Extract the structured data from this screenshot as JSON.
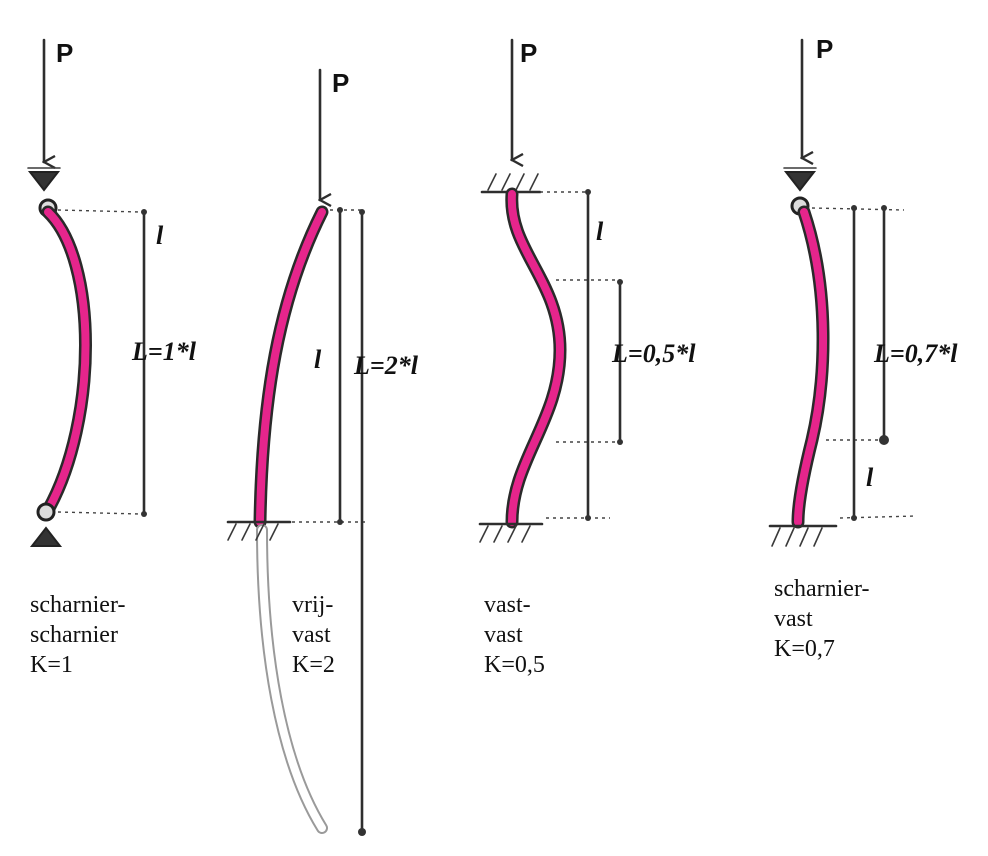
{
  "load": {
    "symbol": "P"
  },
  "columns": [
    {
      "length_label": "l",
      "effective_label": "L=1*l",
      "caption_lines": [
        "scharnier-",
        "scharnier",
        "K=1"
      ],
      "K": 1
    },
    {
      "length_label": "l",
      "effective_label": "L=2*l",
      "caption_lines": [
        "vrij-",
        "vast",
        "K=2"
      ],
      "K": 2
    },
    {
      "length_label": "l",
      "effective_label": "L=0,5*l",
      "caption_lines": [
        "vast-",
        "vast",
        "K=0,5"
      ],
      "K": 0.5
    },
    {
      "length_label": "l",
      "effective_label": "L=0,7*l",
      "caption_lines": [
        "scharnier-",
        "vast",
        "K=0,7"
      ],
      "K": 0.7
    }
  ],
  "colors": {
    "column_fill": "#e6258c",
    "ink": "#2e2e2e",
    "ghost": "#9a9a9a"
  }
}
